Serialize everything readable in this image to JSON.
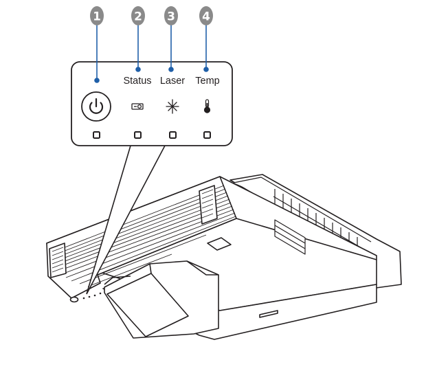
{
  "callouts": [
    {
      "number": "1",
      "label": ""
    },
    {
      "number": "2",
      "label": "Status"
    },
    {
      "number": "3",
      "label": "Laser"
    },
    {
      "number": "4",
      "label": "Temp"
    }
  ],
  "icons": [
    "power-icon",
    "projector-icon",
    "laser-star-icon",
    "thermometer-icon"
  ],
  "colors": {
    "callout_fill": "#8a8a8a",
    "leader_line": "#1f5fa8",
    "outline": "#231f20",
    "background": "#ffffff"
  }
}
